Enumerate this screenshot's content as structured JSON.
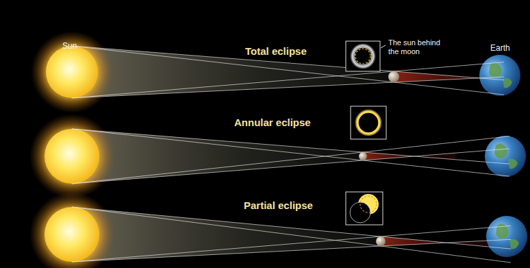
{
  "diagram": {
    "labels": [
      "Sun",
      "Total eclipse",
      "The sun behind the moon",
      "Earth",
      "Annular eclipse",
      "Partial eclipse"
    ]
  }
}
